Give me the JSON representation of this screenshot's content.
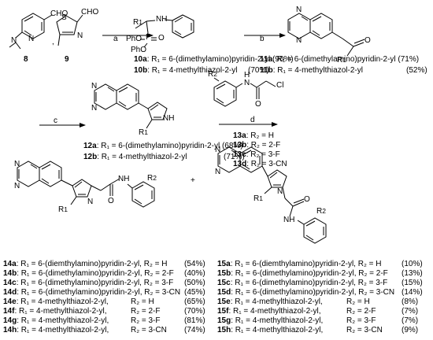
{
  "atoms": {
    "cho": "CHO",
    "n": "N",
    "nh": "NH",
    "s": "S",
    "o": "O",
    "p": "P",
    "pho": "PhO",
    "r1": "R",
    "r1_sub": "1",
    "r2": "R",
    "r2_sub": "2",
    "h": "H",
    "cl": "Cl"
  },
  "compounds": {
    "c8": "8",
    "c9": "9",
    "separator": ","
  },
  "arrows": {
    "a": "a",
    "b": "b",
    "c": "c",
    "d": "d"
  },
  "plus": "+",
  "legend_10": [
    {
      "label": "10a",
      "text": ": R₁ = 6-(dimethylamino)pyridin-2-yl (90%)"
    },
    {
      "label": "10b",
      "text": ": R₁ = 4-methylthiazol-2-yl",
      "yield": "(70%)"
    }
  ],
  "legend_11": [
    {
      "label": "11a",
      "text": ": R₁ = 6-(dimethylamino)pyridin-2-yl (71%)"
    },
    {
      "label": "11b",
      "text": ": R₁ = 4-methylthiazol-2-yl",
      "yield": "(52%)"
    }
  ],
  "legend_12": [
    {
      "label": "12a",
      "text": ": R₁ = 6-(dimethylamino)pyridin-2-yl (68%)"
    },
    {
      "label": "12b",
      "text": ": R₁ = 4-methylthiazol-2-yl",
      "yield": "(71%)"
    }
  ],
  "legend_13": [
    {
      "label": "13a",
      "text": ": R₂ = H"
    },
    {
      "label": "13b",
      "text": ": R₂ = 2-F"
    },
    {
      "label": "13c",
      "text": ": R₂ = 3-F"
    },
    {
      "label": "13d",
      "text": ": R₂ = 3-CN"
    }
  ],
  "legend_14": [
    {
      "label": "14a",
      "r1": ": R₁ = 6-(diemthylamino)pyridin-2-yl, R₂ = H",
      "yield": "(54%)"
    },
    {
      "label": "14b",
      "r1": ": R₁ = 6-(dimethylamino)pyridin-2-yl, R₂ = 2-F",
      "yield": "(40%)"
    },
    {
      "label": "14c",
      "r1": ": R₁ = 6-(dimethylamino)pyridin-2-yl, R₂ = 3-F",
      "yield": "(50%)"
    },
    {
      "label": "14d",
      "r1": ": R₁ = 6-(dimethylamino)pyridin-2-yl, R₂ = 3-CN",
      "yield": "(45%)"
    },
    {
      "label": "14e",
      "r1": ": R₁ = 4-methylthiazol-2-yl,",
      "r2": "R₂ = H",
      "yield": "(65%)"
    },
    {
      "label": "14f",
      "r1": ": R₁ = 4-methylthiazol-2-yl,",
      "r2": "R₂ = 2-F",
      "yield": "(70%)"
    },
    {
      "label": "14g",
      "r1": ": R₁ = 4-methylthiazol-2-yl,",
      "r2": "R₂ = 3-F",
      "yield": "(81%)"
    },
    {
      "label": "14h",
      "r1": ": R₁ = 4-methylthiazol-2-yl,",
      "r2": "R₂ = 3-CN",
      "yield": "(74%)"
    }
  ],
  "legend_15": [
    {
      "label": "15a",
      "r1": ": R₁ = 6-(diemthylamino)pyridin-2-yl, R₂ = H",
      "yield": "(10%)"
    },
    {
      "label": "15b",
      "r1": ": R₁ = 6-(dimethylamino)pyridin-2-yl, R₂ = 2-F",
      "yield": "(13%)"
    },
    {
      "label": "15c",
      "r1": ": R₁ = 6-(dimethylamino)pyridin-2-yl, R₂ = 3-F",
      "yield": "(15%)"
    },
    {
      "label": "15d",
      "r1": ": R₁ = 6-(dimethylamino)pyridin-2-yl, R₂ = 3-CN",
      "yield": "(14%)"
    },
    {
      "label": "15e",
      "r1": ": R₁ = 4-methylthiazol-2-yl,",
      "r2": "R₂ = H",
      "yield": "(8%)"
    },
    {
      "label": "15f",
      "r1": ": R₁ = 4-methylthiazol-2-yl,",
      "r2": "R₂ = 2-F",
      "yield": "(7%)"
    },
    {
      "label": "15g",
      "r1": ": R₁ = 4-methylthiazol-2-yl,",
      "r2": "R₂ = 3-F",
      "yield": "(7%)"
    },
    {
      "label": "15h",
      "r1": ": R₁ = 4-methylthiazol-2-yl,",
      "r2": "R₂ = 3-CN",
      "yield": "(9%)"
    }
  ]
}
